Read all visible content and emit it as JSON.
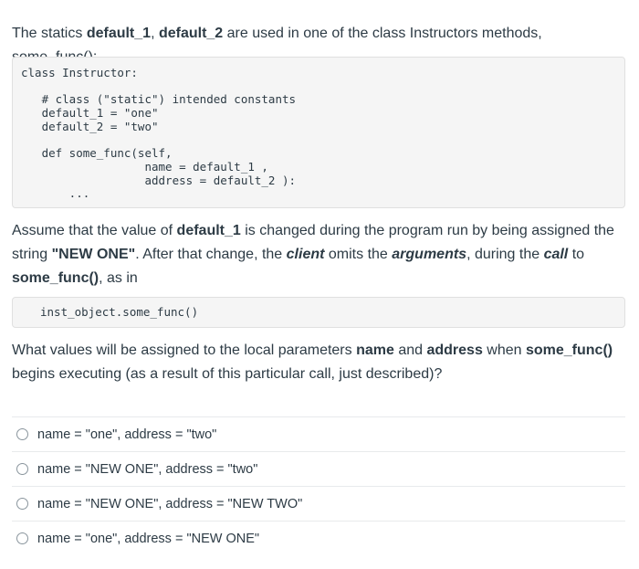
{
  "intro": {
    "t1": "The statics ",
    "b1": "default_1",
    "t2": ", ",
    "b2": "default_2",
    "t3": " are used in one of the class Instructors methods, some_func():"
  },
  "code_block_1": {
    "lines": [
      "class Instructor:",
      "",
      "   # class (\"static\") intended constants",
      "   default_1 = \"one\"",
      "   default_2 = \"two\"",
      "",
      "   def some_func(self,",
      "                  name = default_1 ,",
      "                  address = default_2 ):",
      "       ..."
    ]
  },
  "para2": {
    "t1": "Assume that the value of ",
    "b1": "default_1",
    "t2": " is changed during the program run by being assigned the string ",
    "b2": "\"NEW ONE\"",
    "t3": ". After that change, the ",
    "i1": "client",
    "t4": " omits the ",
    "i2": "arguments",
    "t5": ", during the ",
    "i3": "call",
    "t6": " to ",
    "b3": "some_func()",
    "t7": ", as in"
  },
  "code_block_2": {
    "line": "inst_object.some_func()"
  },
  "question": {
    "t1": "What values will be assigned to the local parameters ",
    "b1": "name",
    "t2": " and ",
    "b2": "address",
    "t3": " when ",
    "b3": "some_func()",
    "t4": " begins executing (as a result of this particular call, just described)?"
  },
  "options": [
    "name = \"one\", address = \"two\"",
    "name = \"NEW ONE\", address = \"two\"",
    "name = \"NEW ONE\", address = \"NEW TWO\"",
    "name = \"one\", address = \"NEW ONE\""
  ]
}
